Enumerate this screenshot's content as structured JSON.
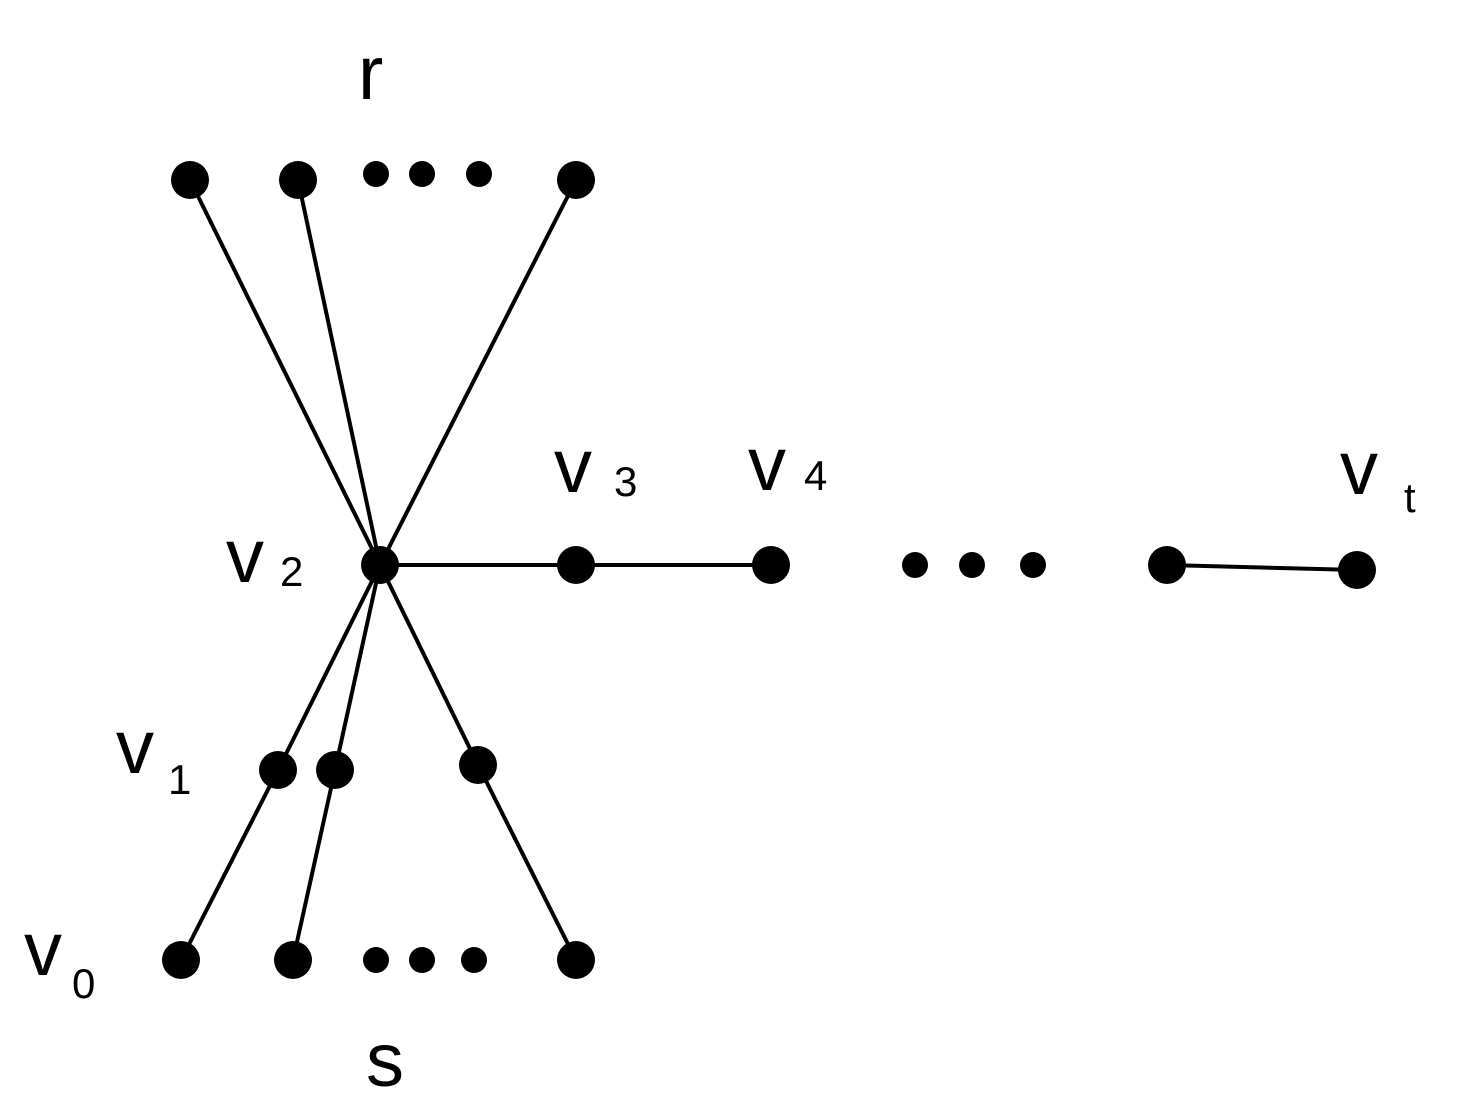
{
  "diagram": {
    "colors": {
      "ink": "#000000",
      "background": "#ffffff"
    },
    "labels": {
      "r": "r",
      "s": "s",
      "v0": {
        "base": "v",
        "sub": "0"
      },
      "v1": {
        "base": "v",
        "sub": "1"
      },
      "v2": {
        "base": "v",
        "sub": "2"
      },
      "v3": {
        "base": "v",
        "sub": "3"
      },
      "v4": {
        "base": "v",
        "sub": "4"
      },
      "vt": {
        "base": "v",
        "sub": "t"
      }
    },
    "nodes": [
      {
        "id": "top1"
      },
      {
        "id": "top2"
      },
      {
        "id": "top3"
      },
      {
        "id": "v2"
      },
      {
        "id": "v3"
      },
      {
        "id": "v4"
      },
      {
        "id": "w"
      },
      {
        "id": "vt"
      },
      {
        "id": "v1"
      },
      {
        "id": "mid2"
      },
      {
        "id": "mid3"
      },
      {
        "id": "v0"
      },
      {
        "id": "bot2"
      },
      {
        "id": "bot3"
      }
    ],
    "edges": [
      [
        "top1",
        "v2"
      ],
      [
        "top2",
        "v2"
      ],
      [
        "top3",
        "v2"
      ],
      [
        "v2",
        "v3"
      ],
      [
        "v3",
        "v4"
      ],
      [
        "w",
        "vt"
      ],
      [
        "v2",
        "v1"
      ],
      [
        "v1",
        "v0"
      ],
      [
        "v2",
        "mid2"
      ],
      [
        "mid2",
        "bot2"
      ],
      [
        "v2",
        "mid3"
      ],
      [
        "mid3",
        "bot3"
      ]
    ],
    "ellipses": [
      {
        "id": "top-dots"
      },
      {
        "id": "path-dots"
      },
      {
        "id": "bottom-dots"
      }
    ]
  }
}
